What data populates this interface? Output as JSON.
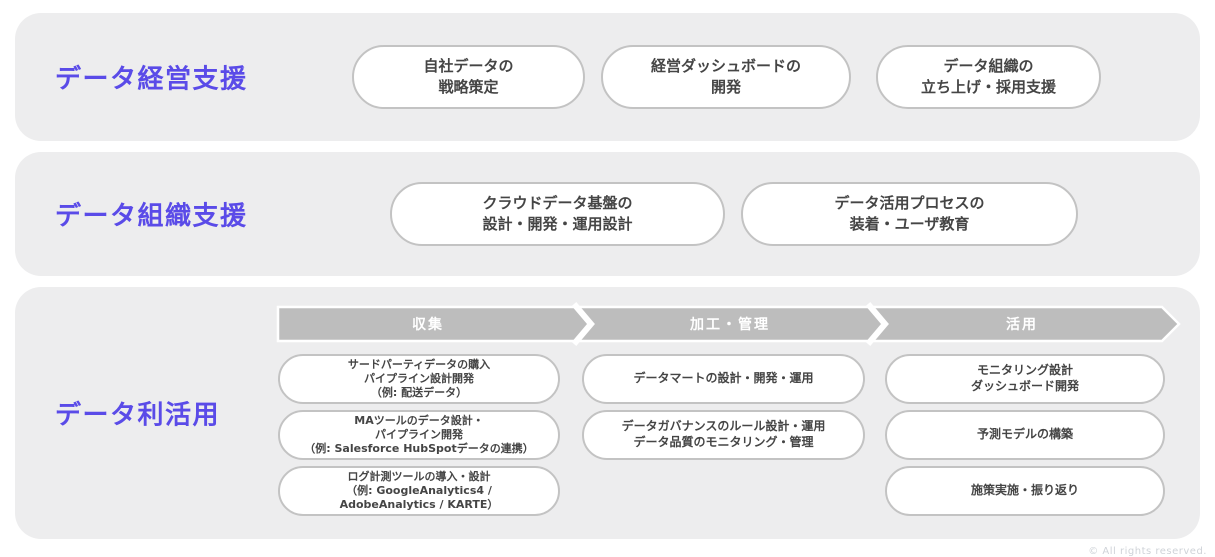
{
  "colors": {
    "accent_purple": "#5a4be8",
    "band_background": "#ededee",
    "pill_border": "#c3c3c3",
    "pill_text": "#454545",
    "stage_arrow_gray": "#bdbdbd",
    "stage_text": "#ffffff"
  },
  "sections": [
    {
      "label": "データ経営支援",
      "pills": [
        "自社データの\n戦略策定",
        "経営ダッシュボードの\n開発",
        "データ組織の\n立ち上げ・採用支援"
      ]
    },
    {
      "label": "データ組織支援",
      "pills": [
        "クラウドデータ基盤の\n設計・開発・運用設計",
        "データ活用プロセスの\n装着・ユーザ教育"
      ]
    },
    {
      "label": "データ利活用",
      "stages": [
        "収集",
        "加工・管理",
        "活用"
      ],
      "columns": [
        {
          "stage": "収集",
          "pills": [
            "サードパーティデータの購入\nパイプライン設計開発\n（例: 配送データ）",
            "MAツールのデータ設計・\nパイプライン開発\n（例: Salesforce HubSpotデータの連携）",
            "ログ計測ツールの導入・設計\n（例: GoogleAnalytics4 /\nAdobeAnalytics / KARTE）"
          ]
        },
        {
          "stage": "加工・管理",
          "pills": [
            "データマートの設計・開発・運用",
            "データガバナンスのルール設計・運用\nデータ品質のモニタリング・管理"
          ]
        },
        {
          "stage": "活用",
          "pills": [
            "モニタリング設計\nダッシュボード開発",
            "予測モデルの構築",
            "施策実施・振り返り"
          ]
        }
      ]
    }
  ],
  "footer": {
    "copyright": "© All rights reserved."
  }
}
